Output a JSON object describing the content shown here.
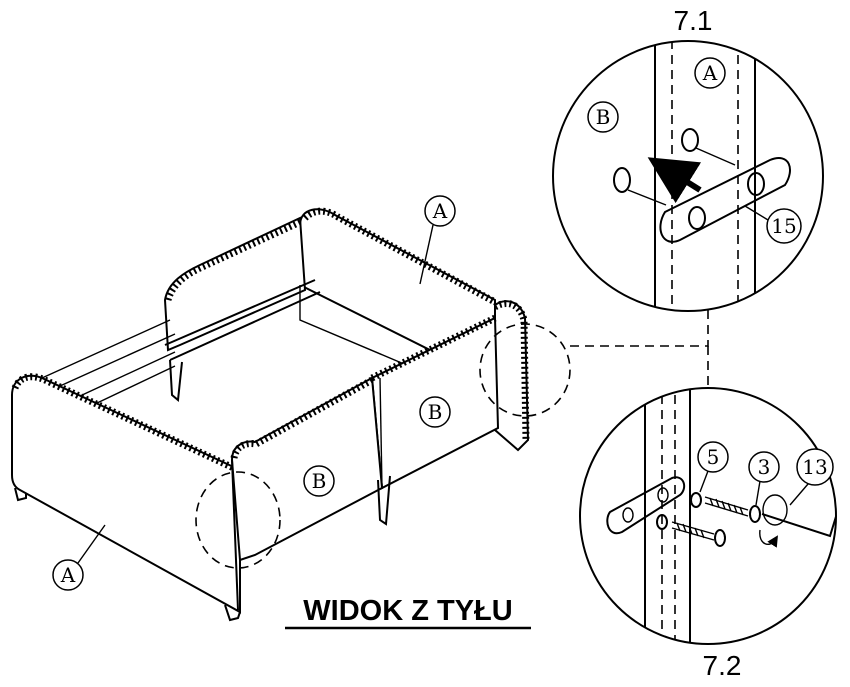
{
  "caption": "WIDOK Z TYŁU",
  "detail_top": {
    "step": "7.1",
    "labels": {
      "a": "A",
      "b": "B",
      "part": "15"
    }
  },
  "detail_bottom": {
    "step": "7.2",
    "labels": {
      "washer": "5",
      "bolt": "3",
      "key": "13"
    }
  },
  "main_labels": {
    "a_top": "A",
    "b_right": "B",
    "b_left": "B",
    "a_bottom": "A"
  }
}
